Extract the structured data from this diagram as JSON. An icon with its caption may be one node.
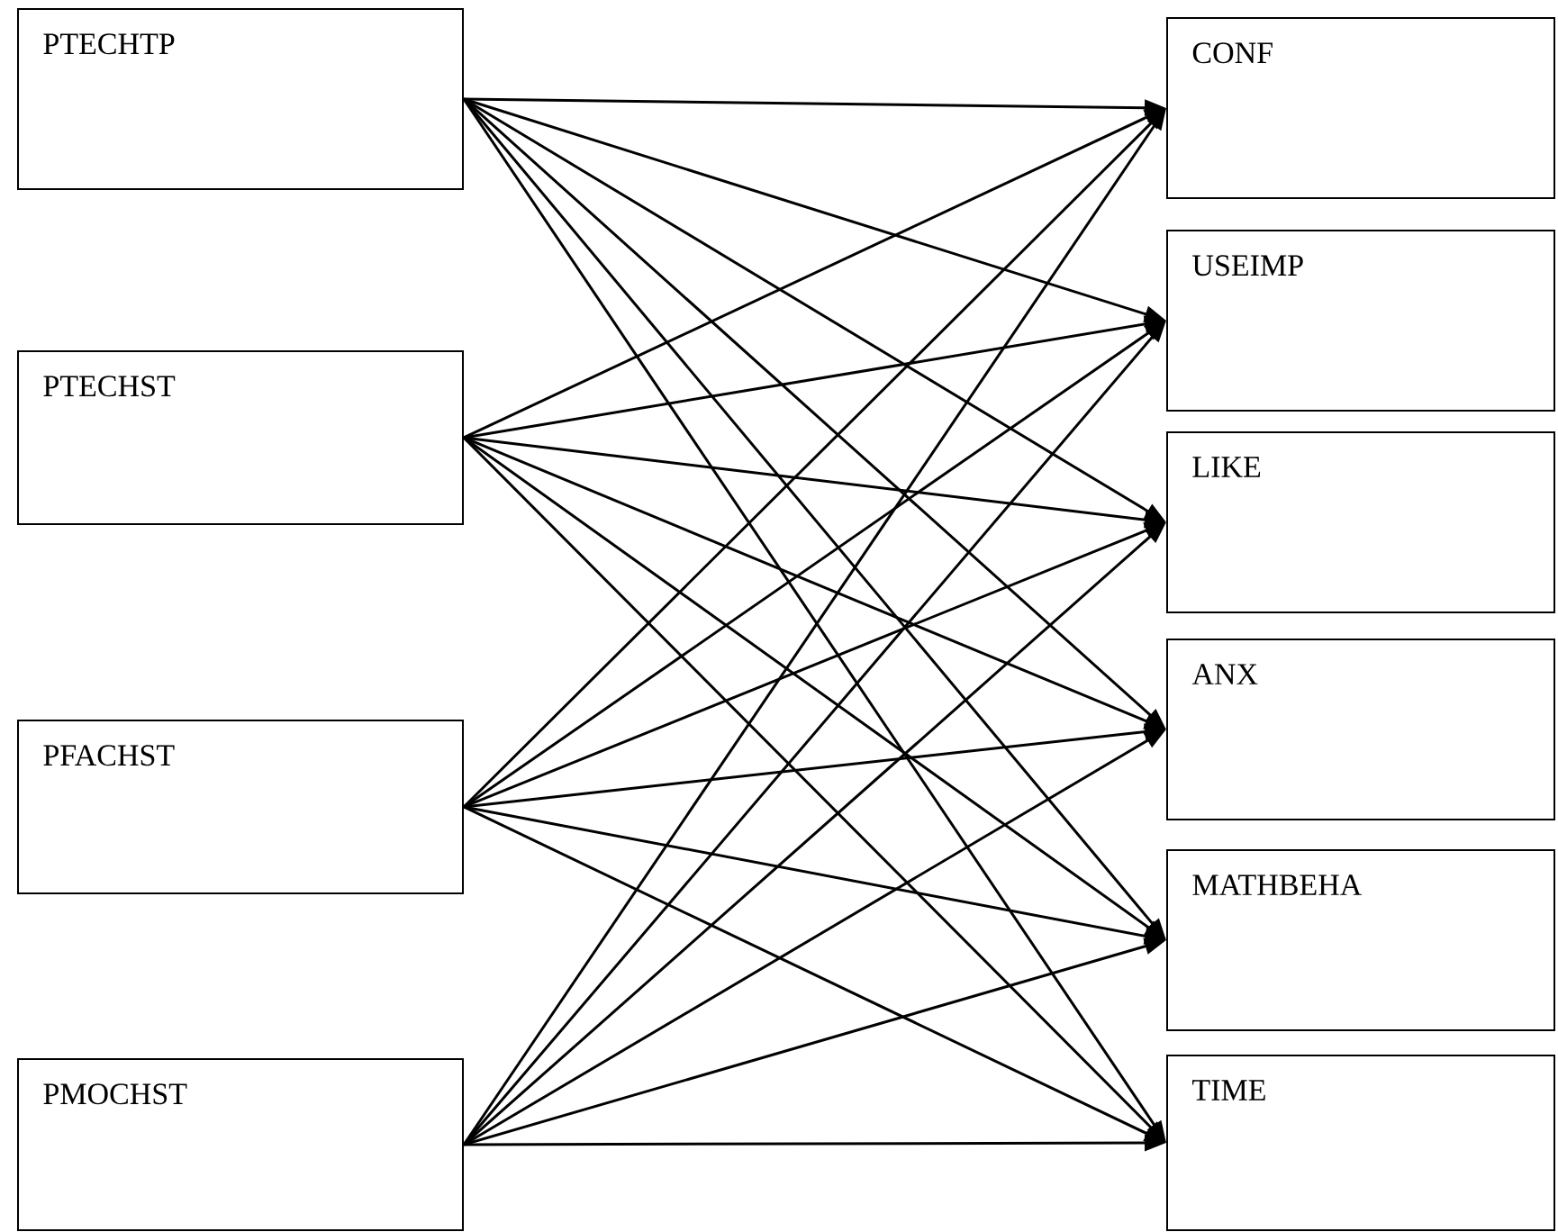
{
  "diagram": {
    "nodes": [
      {
        "text": [
          "PTECHTP"
        ]
      },
      {
        "text": [
          "PTECHST"
        ]
      },
      {
        "text": [
          "PFACHST"
        ]
      },
      {
        "text": [
          "PMOCHST"
        ]
      },
      {
        "text": [
          "CONF"
        ]
      },
      {
        "text": [
          "USEIMP"
        ]
      },
      {
        "text": [
          "LIKE"
        ]
      },
      {
        "text": [
          "ANX"
        ]
      },
      {
        "text": [
          "MATHBEHA"
        ]
      },
      {
        "text": [
          "TIME"
        ]
      }
    ],
    "edges": [
      {
        "from": 0,
        "to": 4,
        "arrow": "to"
      },
      {
        "from": 0,
        "to": 5,
        "arrow": "to"
      },
      {
        "from": 0,
        "to": 6,
        "arrow": "to"
      },
      {
        "from": 0,
        "to": 7,
        "arrow": "to"
      },
      {
        "from": 0,
        "to": 8,
        "arrow": "to"
      },
      {
        "from": 0,
        "to": 9,
        "arrow": "to"
      },
      {
        "from": 1,
        "to": 4,
        "arrow": "to"
      },
      {
        "from": 1,
        "to": 5,
        "arrow": "to"
      },
      {
        "from": 1,
        "to": 6,
        "arrow": "to"
      },
      {
        "from": 1,
        "to": 7,
        "arrow": "to"
      },
      {
        "from": 1,
        "to": 8,
        "arrow": "to"
      },
      {
        "from": 1,
        "to": 9,
        "arrow": "to"
      },
      {
        "from": 2,
        "to": 4,
        "arrow": "to"
      },
      {
        "from": 2,
        "to": 5,
        "arrow": "to"
      },
      {
        "from": 2,
        "to": 6,
        "arrow": "to"
      },
      {
        "from": 2,
        "to": 7,
        "arrow": "to"
      },
      {
        "from": 2,
        "to": 8,
        "arrow": "to"
      },
      {
        "from": 2,
        "to": 9,
        "arrow": "to"
      },
      {
        "from": 3,
        "to": 4,
        "arrow": "to"
      },
      {
        "from": 3,
        "to": 5,
        "arrow": "to"
      },
      {
        "from": 3,
        "to": 6,
        "arrow": "to"
      },
      {
        "from": 3,
        "to": 7,
        "arrow": "to"
      },
      {
        "from": 3,
        "to": 8,
        "arrow": "to"
      },
      {
        "from": 3,
        "to": 9,
        "arrow": "to"
      }
    ]
  }
}
